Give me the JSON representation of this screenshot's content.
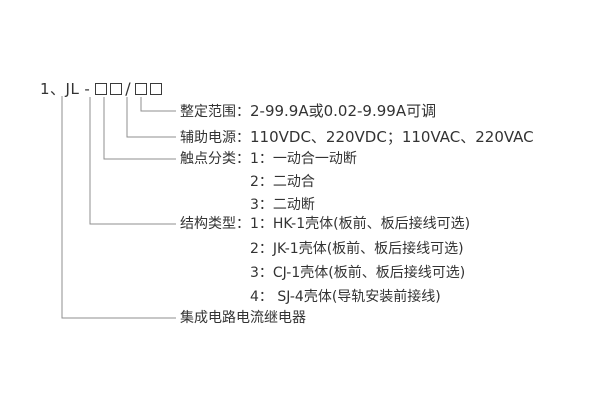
{
  "code": {
    "prefix": "1、JL",
    "dash": "-",
    "slash": "/"
  },
  "branches": {
    "setting_range": {
      "label": "整定范围：",
      "value": "2-99.9A或0.02-9.99A可调"
    },
    "aux_power": {
      "label": "辅助电源：",
      "value": "110VDC、220VDC；110VAC、220VAC"
    },
    "contact_type": {
      "label": "触点分类：",
      "first": "1：一动合一动断",
      "items": [
        "2：二动合",
        "3：二动断"
      ]
    },
    "structure_type": {
      "label": "结构类型：",
      "first": "1：HK-1壳体(板前、板后接线可选)",
      "items": [
        "2：JK-1壳体(板前、板后接线可选)",
        "3：CJ-1壳体(板前、板后接线可选)",
        "4： SJ-4壳体(导轨安装前接线)"
      ]
    },
    "product_name": {
      "label": "集成电路电流继电器"
    }
  }
}
